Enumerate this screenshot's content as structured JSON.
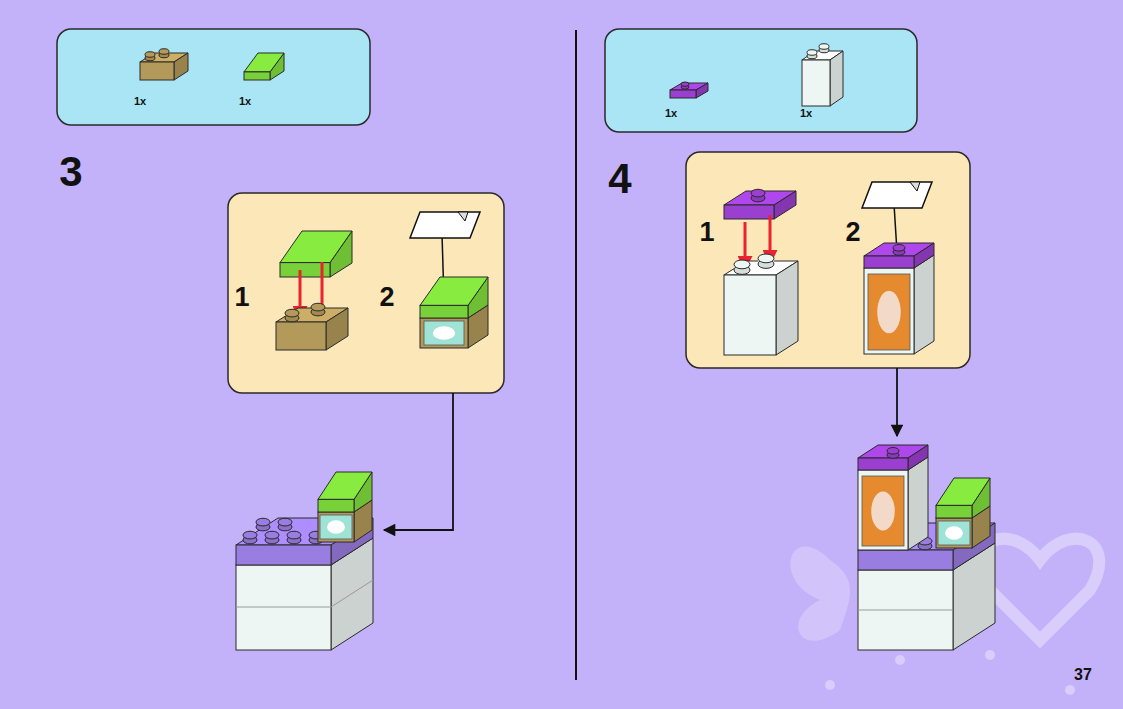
{
  "diagram": {
    "nodes": [
      {
        "text": [
          "1x",
          "1x"
        ]
      },
      {
        "text": [
          "1",
          "2"
        ]
      },
      {
        "text": [
          "1x",
          "1x"
        ]
      },
      {
        "text": [
          "1",
          "2"
        ]
      }
    ],
    "labels": [
      "3",
      "4",
      "37"
    ]
  }
}
